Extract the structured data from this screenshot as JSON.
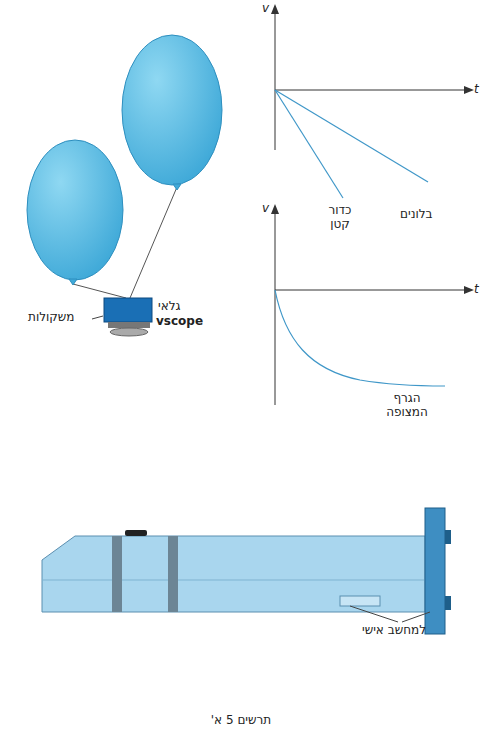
{
  "diagram": {
    "caption": "תרשים 5 א'",
    "labels": [
      "v",
      "t",
      "כדור קטן",
      "בלונים",
      "v",
      "t",
      "הגרף המצופה",
      "משקולות",
      "גלאי",
      "vscope",
      "למחשב אישי"
    ]
  }
}
